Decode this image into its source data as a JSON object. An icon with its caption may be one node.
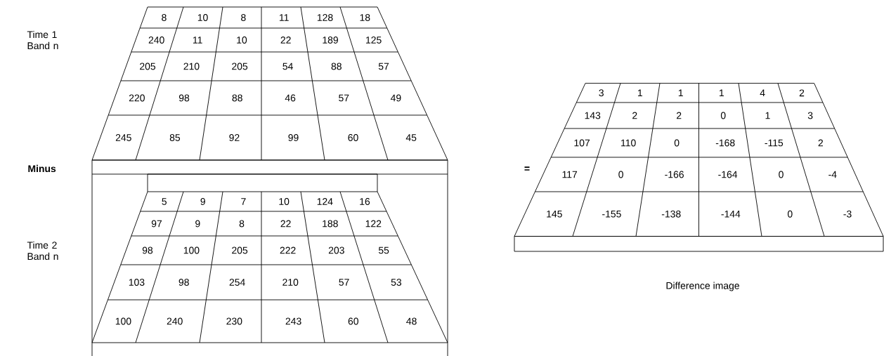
{
  "diagram": {
    "nodes": [
      {
        "text": [
          "8",
          "10",
          "8",
          "11",
          "128",
          "18",
          "240",
          "11",
          "10",
          "22",
          "189",
          "125",
          "205",
          "210",
          "205",
          "54",
          "88",
          "57",
          "220",
          "98",
          "88",
          "46",
          "57",
          "49",
          "245",
          "85",
          "92",
          "99",
          "60",
          "45"
        ],
        "beside": [
          "Time 1 Band n"
        ]
      },
      {
        "text": [
          "5",
          "9",
          "7",
          "10",
          "124",
          "16",
          "97",
          "9",
          "8",
          "22",
          "188",
          "122",
          "98",
          "100",
          "205",
          "222",
          "203",
          "55",
          "103",
          "98",
          "254",
          "210",
          "57",
          "53",
          "100",
          "240",
          "230",
          "243",
          "60",
          "48"
        ],
        "beside": [
          "Time 2 Band n"
        ]
      },
      {
        "text": [
          "3",
          "1",
          "1",
          "1",
          "4",
          "2",
          "143",
          "2",
          "2",
          "0",
          "1",
          "3",
          "107",
          "110",
          "0",
          "-168",
          "-115",
          "2",
          "117",
          "0",
          "-166",
          "-164",
          "0",
          "-4",
          "145",
          "-155",
          "-138",
          "-144",
          "0",
          "-3"
        ],
        "beside": [
          "Difference image"
        ]
      }
    ],
    "labels": [
      "Minus",
      "="
    ]
  }
}
